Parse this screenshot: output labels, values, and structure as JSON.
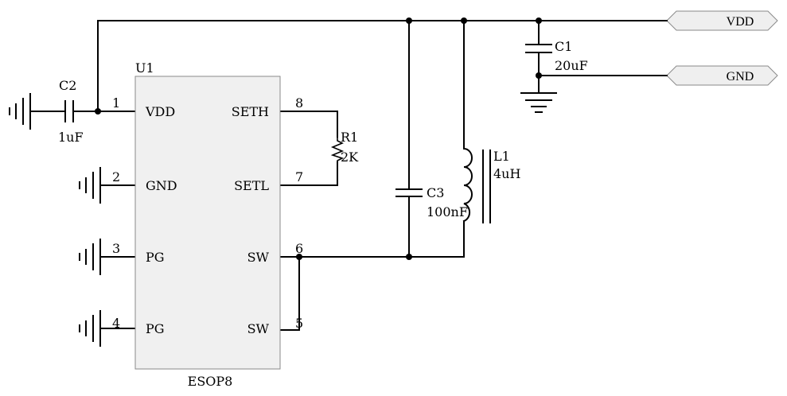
{
  "nets": {
    "vdd_label": "VDD",
    "gnd_label": "GND"
  },
  "ic": {
    "ref": "U1",
    "package": "ESOP8",
    "pins": [
      {
        "num": "1",
        "name": "VDD"
      },
      {
        "num": "2",
        "name": "GND"
      },
      {
        "num": "3",
        "name": "PG"
      },
      {
        "num": "4",
        "name": "PG"
      },
      {
        "num": "5",
        "name": "SW"
      },
      {
        "num": "6",
        "name": "SW"
      },
      {
        "num": "7",
        "name": "SETL"
      },
      {
        "num": "8",
        "name": "SETH"
      }
    ]
  },
  "components": {
    "c1": {
      "ref": "C1",
      "value": "20uF"
    },
    "c2": {
      "ref": "C2",
      "value": "1uF"
    },
    "c3": {
      "ref": "C3",
      "value": "100nF"
    },
    "r1": {
      "ref": "R1",
      "value": "2K"
    },
    "l1": {
      "ref": "L1",
      "value": "4uH"
    }
  },
  "icons": [
    "ground-icon",
    "capacitor-icon",
    "resistor-icon",
    "inductor-icon",
    "net-port-icon"
  ]
}
